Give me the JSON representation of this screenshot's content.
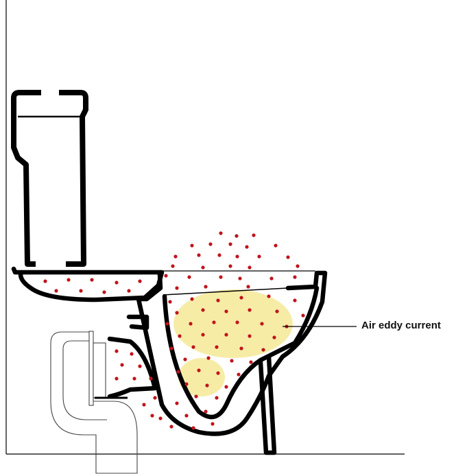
{
  "annotation": {
    "label": "Air eddy current"
  },
  "colors": {
    "outline": "#000000",
    "droplet": "#c0141c",
    "eddy": "#f7eca6",
    "pipe": "#444444",
    "background": "#ffffff"
  },
  "icons": [
    "toilet-cistern",
    "toilet-bowl",
    "waste-pipe",
    "droplet-plume"
  ]
}
